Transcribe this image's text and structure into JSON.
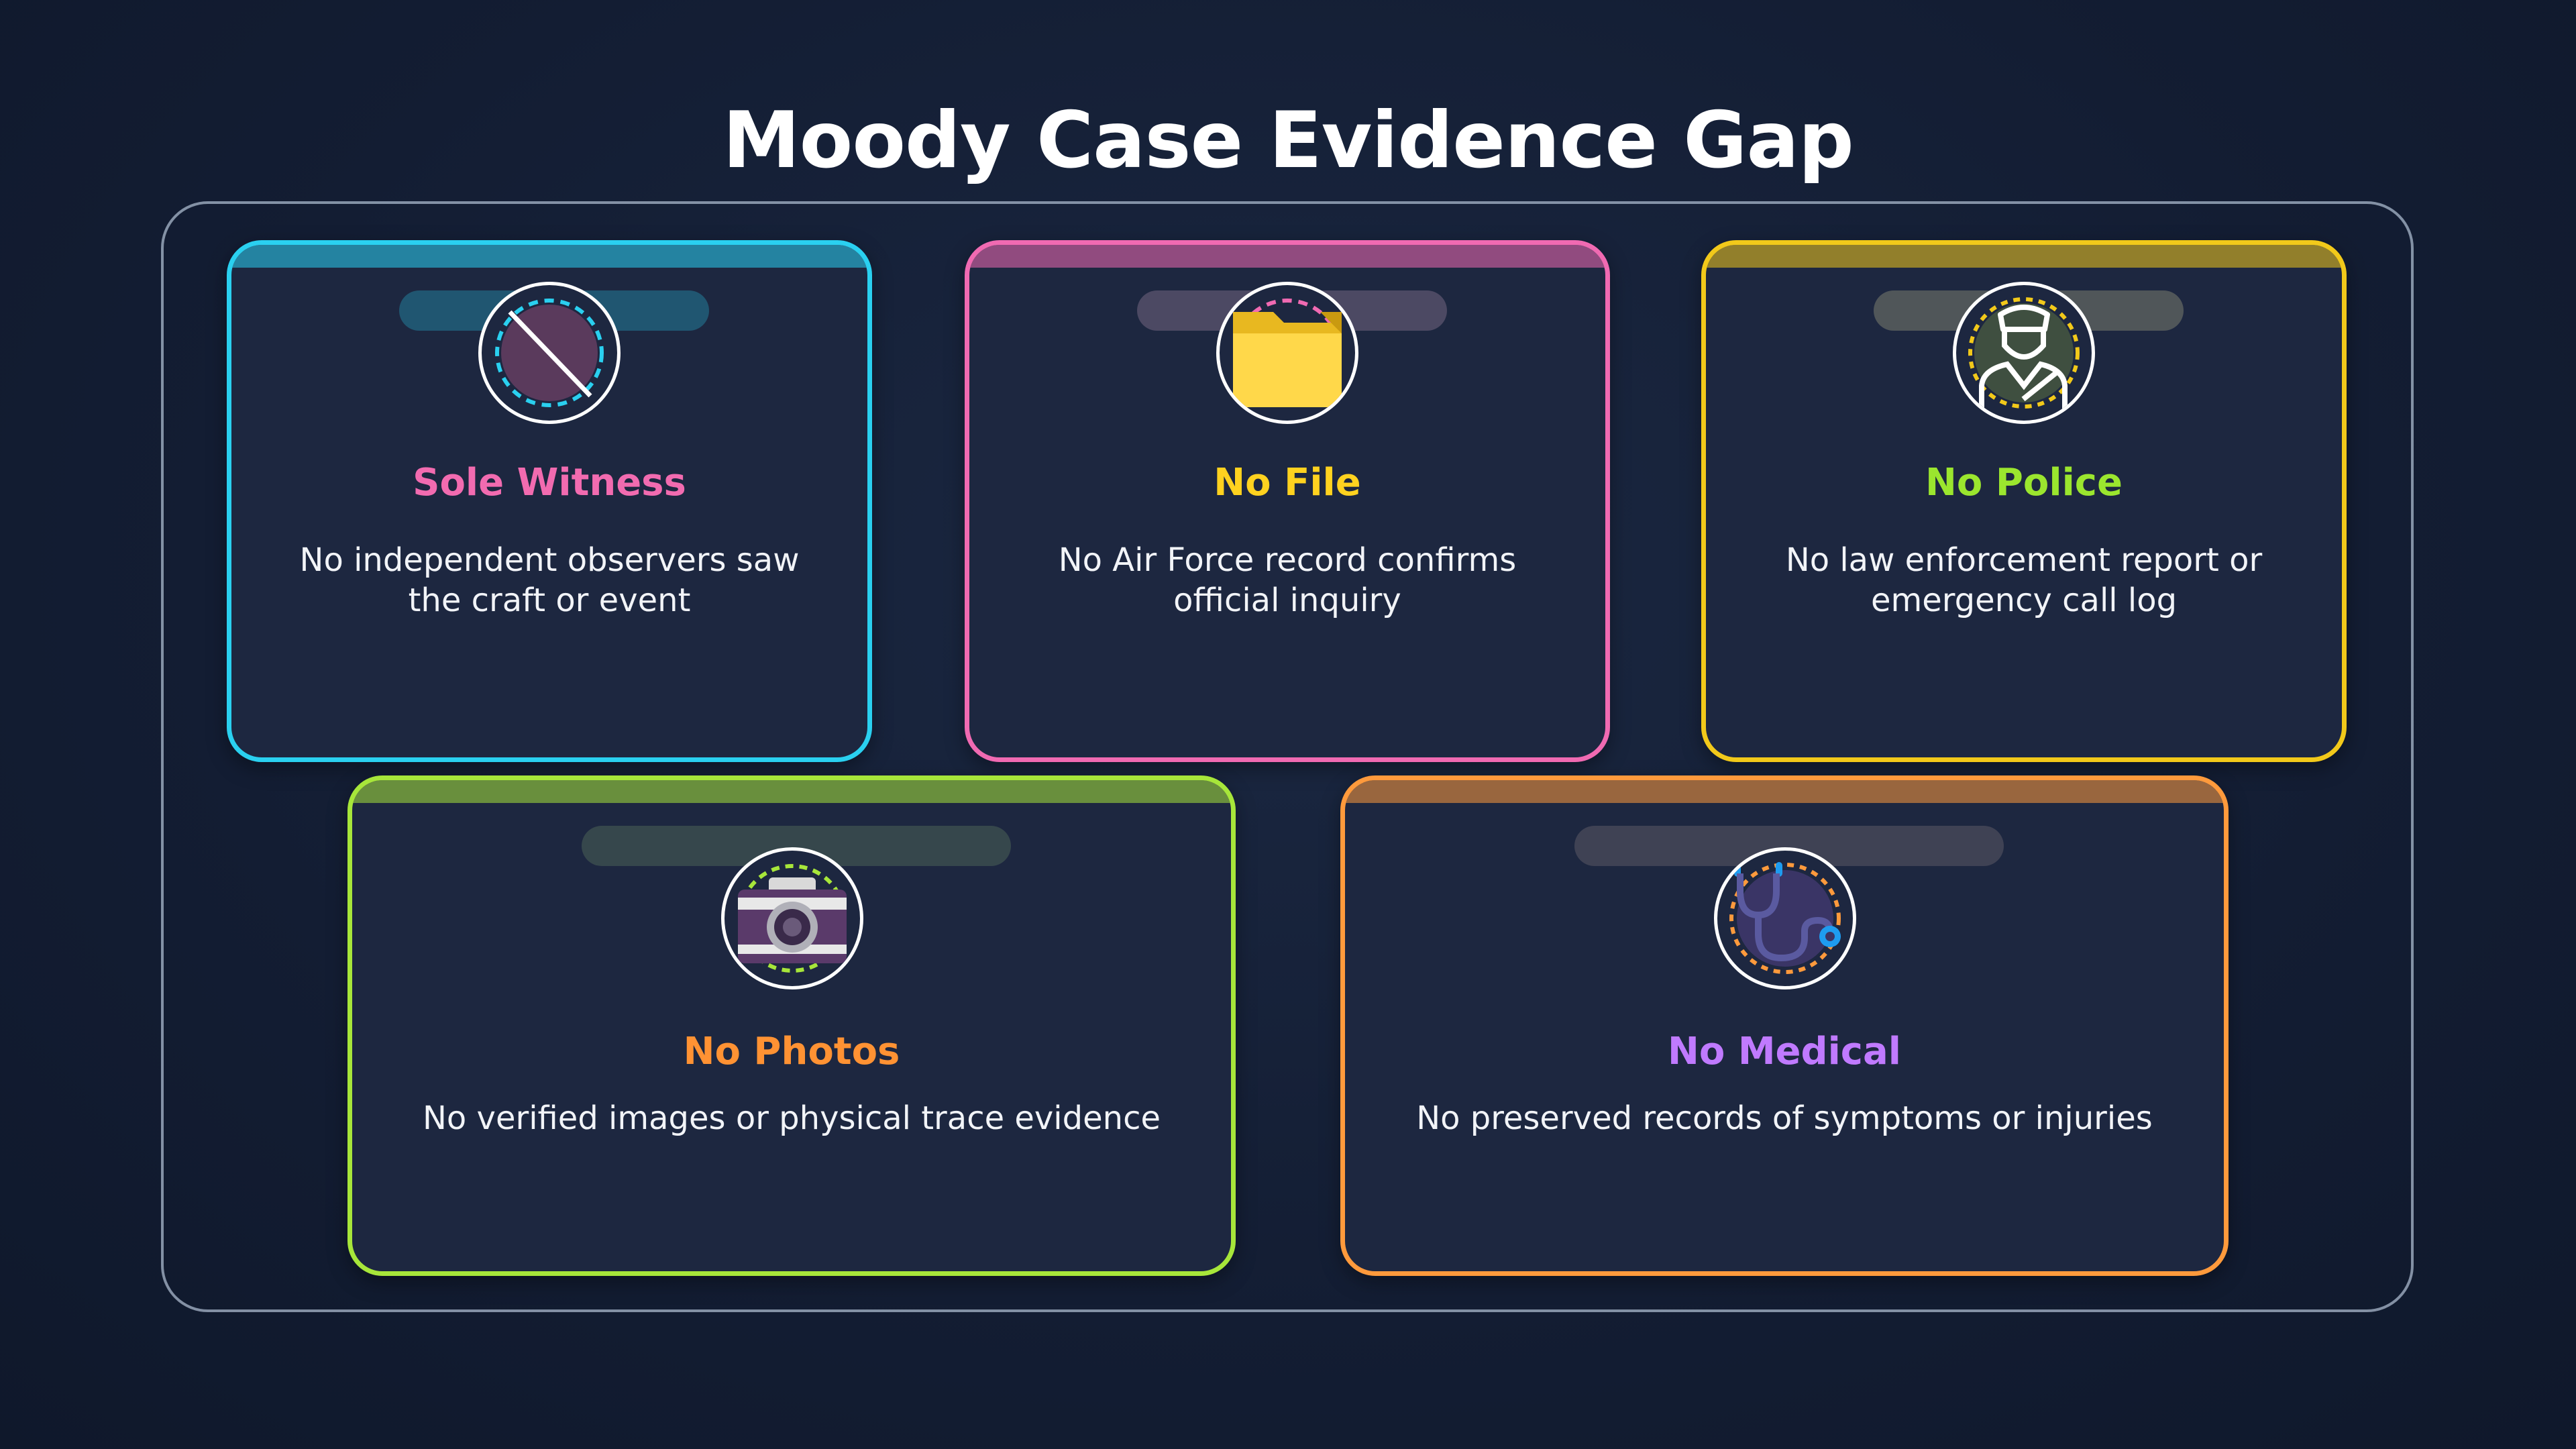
{
  "title": "Moody Case Evidence Gap",
  "cards": [
    {
      "heading": "Sole Witness",
      "description": "No independent observers saw the craft or event",
      "icon": "no-witness-icon",
      "border_color": "#2ad0f0",
      "heading_color": "#f26bb0"
    },
    {
      "heading": "No File",
      "description": "No Air Force record confirms official inquiry",
      "icon": "folder-icon",
      "border_color": "#f06ab2",
      "heading_color": "#ffd21f"
    },
    {
      "heading": "No Police",
      "description": "No law enforcement report or emergency call log",
      "icon": "police-officer-icon",
      "border_color": "#f2c91a",
      "heading_color": "#9be62e"
    },
    {
      "heading": "No Photos",
      "description": "No verified images or physical trace evidence",
      "icon": "camera-icon",
      "border_color": "#a7e63a",
      "heading_color": "#ff9233"
    },
    {
      "heading": "No Medical",
      "description": "No preserved records of symptoms or injuries",
      "icon": "stethoscope-icon",
      "border_color": "#ff9a3c",
      "heading_color": "#c07aff"
    }
  ]
}
